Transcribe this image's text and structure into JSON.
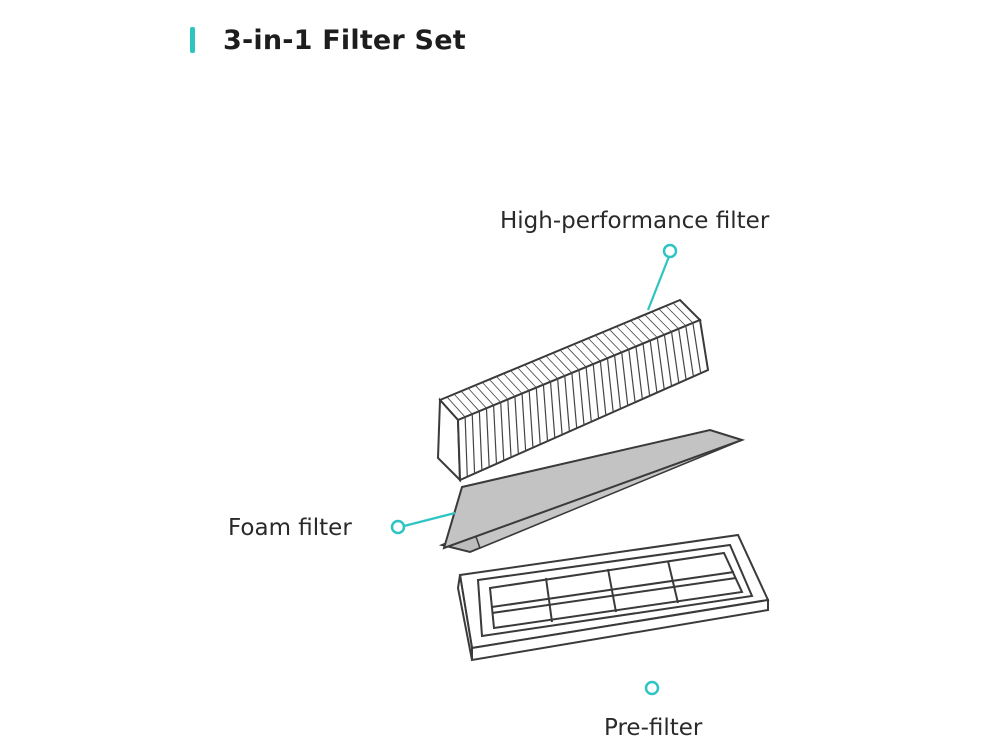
{
  "title": "3-in-1 Filter Set",
  "accent_color": "#2ec4c1",
  "labels": {
    "high_performance": "High-performance filter",
    "foam": "Foam filter",
    "pre_filter": "Pre-filter"
  }
}
